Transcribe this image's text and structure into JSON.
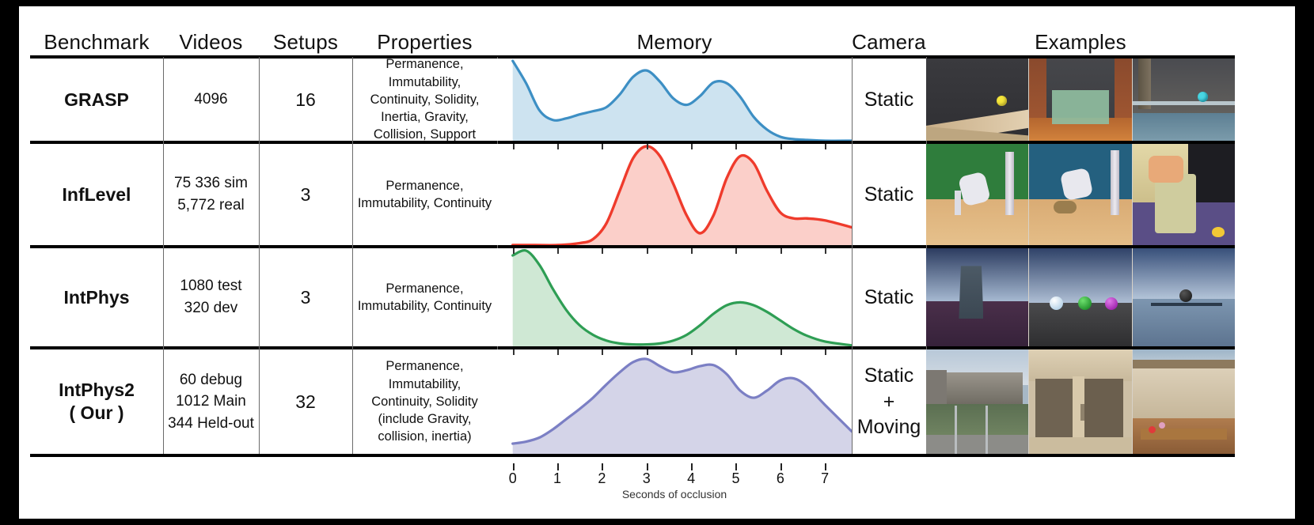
{
  "table": {
    "headers": [
      "Benchmark",
      "Videos",
      "Setups",
      "Properties",
      "Memory",
      "Camera",
      "Examples"
    ],
    "rows": [
      {
        "benchmark": "GRASP",
        "videos": "4096",
        "setups": "16",
        "properties": "Permanence, Immutability, Continuity, Solidity, Inertia, Gravity, Collision, Support",
        "camera": "Static",
        "color": "#3d8fc4",
        "fill": "#cde3f0",
        "examples": [
          "ramp-with-yellow-ball",
          "green-panel-occluder",
          "blue-ball-on-ledge"
        ]
      },
      {
        "benchmark": "InfLevel",
        "videos": "75 336 sim\n5,772 real",
        "setups": "3",
        "properties": "Permanence, Immutability, Continuity",
        "camera": "Static",
        "color": "#ef3b2c",
        "fill": "#fbcfc9",
        "examples": [
          "robot-arm-green-wall",
          "robot-arm-blue-wall",
          "hand-with-cup"
        ]
      },
      {
        "benchmark": "IntPhys",
        "videos": "1080 test\n320 dev",
        "setups": "3",
        "properties": "Permanence, Immutability, Continuity",
        "camera": "Static",
        "color": "#2e9e54",
        "fill": "#cfe8d4",
        "examples": [
          "wall-occluder-outdoor",
          "three-colored-spheres",
          "black-ball-over-water"
        ]
      },
      {
        "benchmark": "IntPhys2\n( Our )",
        "videos": "60 debug\n1012 Main\n344 Held-out",
        "setups": "32",
        "properties": "Permanence, Immutability, Continuity, Solidity (include Gravity, collision, inertia)",
        "camera": "Static\n+\nMoving",
        "color": "#7b7fc4",
        "fill": "#d4d4e8",
        "examples": [
          "city-plaza-balcony",
          "wooden-doorway",
          "stone-wall-courtyard"
        ]
      }
    ]
  },
  "chart_data": {
    "type": "area",
    "title": "Memory",
    "xlabel": "Seconds of occlusion",
    "ylabel": "",
    "xlim": [
      -0.35,
      7.6
    ],
    "xticks": [
      0,
      1,
      2,
      3,
      4,
      5,
      6,
      7
    ],
    "xticklabels": [
      "0",
      "1",
      "2",
      "3",
      "4",
      "5",
      "6",
      "7"
    ],
    "grid": false,
    "legend": "none",
    "series": [
      {
        "name": "GRASP",
        "color": "#3d8fc4",
        "fill": "#cde3f0",
        "x": [
          0,
          0.3,
          0.6,
          0.9,
          1.2,
          1.5,
          1.8,
          2.1,
          2.4,
          2.7,
          3.0,
          3.3,
          3.6,
          3.9,
          4.2,
          4.5,
          4.8,
          5.1,
          5.4,
          5.7,
          6.0,
          6.3,
          6.6,
          7.0,
          7.6
        ],
        "y": [
          1.0,
          0.72,
          0.38,
          0.26,
          0.28,
          0.33,
          0.37,
          0.42,
          0.58,
          0.8,
          0.88,
          0.74,
          0.53,
          0.45,
          0.56,
          0.73,
          0.72,
          0.55,
          0.3,
          0.14,
          0.05,
          0.02,
          0.01,
          0.0,
          0.0
        ]
      },
      {
        "name": "InfLevel",
        "color": "#ef3b2c",
        "fill": "#fbcfc9",
        "x": [
          0,
          0.5,
          1.0,
          1.5,
          1.8,
          2.1,
          2.4,
          2.7,
          3.0,
          3.3,
          3.6,
          3.9,
          4.2,
          4.5,
          4.8,
          5.1,
          5.4,
          5.7,
          6.0,
          6.3,
          6.6,
          7.0,
          7.6
        ],
        "y": [
          0.0,
          0.0,
          0.0,
          0.02,
          0.06,
          0.22,
          0.55,
          0.88,
          1.0,
          0.9,
          0.62,
          0.3,
          0.12,
          0.3,
          0.68,
          0.9,
          0.83,
          0.55,
          0.33,
          0.27,
          0.27,
          0.25,
          0.18
        ]
      },
      {
        "name": "IntPhys",
        "color": "#2e9e54",
        "fill": "#cfe8d4",
        "x": [
          0,
          0.3,
          0.6,
          0.9,
          1.2,
          1.5,
          1.8,
          2.1,
          2.4,
          2.7,
          3.0,
          3.3,
          3.6,
          3.9,
          4.2,
          4.5,
          4.8,
          5.1,
          5.4,
          5.7,
          6.0,
          6.3,
          6.6,
          7.0,
          7.6
        ],
        "y": [
          0.95,
          1.0,
          0.85,
          0.6,
          0.38,
          0.22,
          0.12,
          0.06,
          0.03,
          0.02,
          0.02,
          0.03,
          0.06,
          0.12,
          0.22,
          0.34,
          0.43,
          0.46,
          0.43,
          0.36,
          0.27,
          0.18,
          0.11,
          0.05,
          0.01
        ]
      },
      {
        "name": "IntPhys2",
        "color": "#7b7fc4",
        "fill": "#d4d4e8",
        "x": [
          0,
          0.3,
          0.6,
          0.9,
          1.2,
          1.5,
          1.8,
          2.1,
          2.4,
          2.7,
          3.0,
          3.3,
          3.6,
          3.9,
          4.2,
          4.5,
          4.8,
          5.1,
          5.4,
          5.7,
          6.0,
          6.3,
          6.6,
          7.0,
          7.6
        ],
        "y": [
          0.1,
          0.12,
          0.16,
          0.24,
          0.34,
          0.44,
          0.55,
          0.68,
          0.8,
          0.9,
          0.93,
          0.86,
          0.8,
          0.82,
          0.86,
          0.87,
          0.78,
          0.62,
          0.55,
          0.62,
          0.72,
          0.74,
          0.66,
          0.48,
          0.22
        ]
      }
    ]
  }
}
